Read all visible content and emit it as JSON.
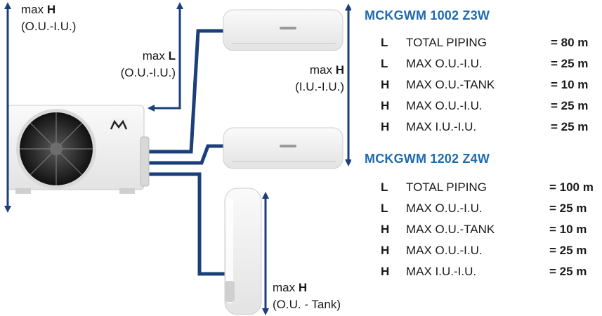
{
  "colors": {
    "accent": "#1f6ab0",
    "piping": "#1b3f7a",
    "text": "#1a1a1a"
  },
  "dimension_labels": {
    "left_height": {
      "prefix": "max",
      "letter": "H",
      "note": "(O.U.-I.U.)"
    },
    "length": {
      "prefix": "max",
      "letter": "L",
      "note": "(O.U.-I.U.)"
    },
    "indoor_height": {
      "prefix": "max",
      "letter": "H",
      "note": "(I.U.-I.U.)"
    },
    "tank_height": {
      "prefix": "max",
      "letter": "H",
      "note": "(O.U. - Tank)"
    }
  },
  "models": [
    {
      "name": "MCKGWM 1002 Z3W",
      "specs": [
        {
          "code": "L",
          "desc": "TOTAL PIPING",
          "value": "= 80 m"
        },
        {
          "code": "L",
          "desc": "MAX O.U.-I.U.",
          "value": "= 25 m"
        },
        {
          "code": "H",
          "desc": "MAX O.U.-TANK",
          "value": "= 10 m"
        },
        {
          "code": "H",
          "desc": "MAX O.U.-I.U.",
          "value": "= 25 m"
        },
        {
          "code": "H",
          "desc": "MAX I.U.-I.U.",
          "value": "= 25 m"
        }
      ]
    },
    {
      "name": "MCKGWM 1202 Z4W",
      "specs": [
        {
          "code": "L",
          "desc": "TOTAL PIPING",
          "value": "= 100 m"
        },
        {
          "code": "L",
          "desc": "MAX O.U.-I.U.",
          "value": "= 25 m"
        },
        {
          "code": "H",
          "desc": "MAX O.U.-TANK",
          "value": "= 10 m"
        },
        {
          "code": "H",
          "desc": "MAX O.U.-I.U.",
          "value": "= 25 m"
        },
        {
          "code": "H",
          "desc": "MAX I.U.-I.U.",
          "value": "= 25 m"
        }
      ]
    }
  ]
}
